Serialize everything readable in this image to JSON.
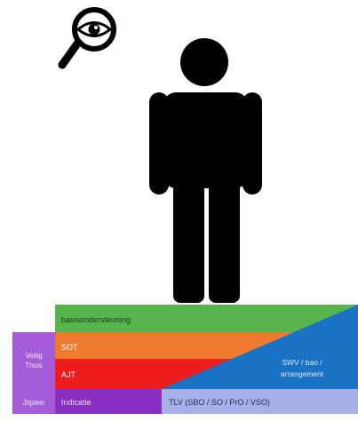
{
  "icons": {
    "magnifier": "magnifier-eye-icon",
    "person": "person-figure-icon"
  },
  "colors": {
    "green": "#58b44c",
    "orange": "#f07a2d",
    "red": "#ee1d1d",
    "blue": "#1a72c4",
    "purple_light": "#a45cd8",
    "purple_deep": "#8a2fc4",
    "lavender": "#a6b0e6",
    "ink": "#000000"
  },
  "diagram": {
    "left_column": {
      "safe_home_label_line1": "Veilig",
      "safe_home_label_line2": "Thuis",
      "base_label": "Jitplein"
    },
    "bands": {
      "basic_support": "basisondersteuning",
      "sot": "SOT",
      "ajt": "AJT",
      "indication": "Indicatie",
      "tlv": "TLV (SBO / SO / PrO / VSO)"
    },
    "blue_region": {
      "line1": "SWV / bao /",
      "line2": "arrangement"
    }
  }
}
